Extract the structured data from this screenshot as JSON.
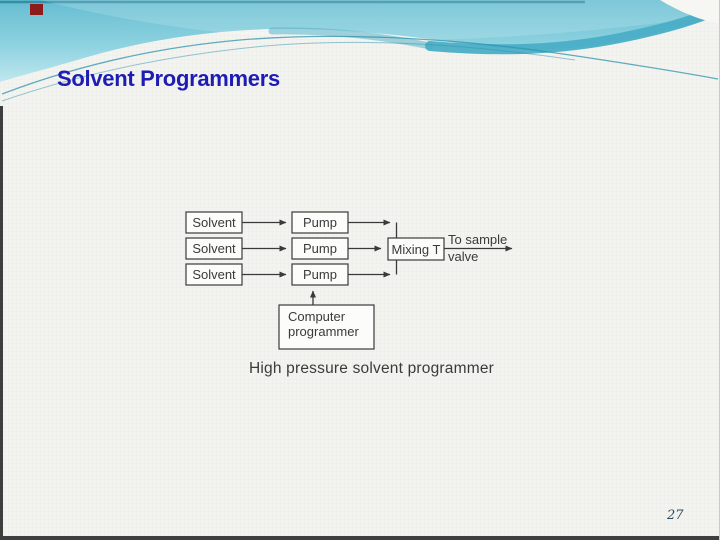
{
  "slide": {
    "title": "Solvent Programmers",
    "page_number": "27"
  },
  "header": {
    "decoration": "teal-wave-banner",
    "colors": {
      "teal_top": "#65bdd1",
      "teal_mid": "#8ed2e0",
      "teal_light": "#bfe7ee",
      "accent_band": "#4aaec6",
      "hairline_curve": "#2e93ad",
      "edge_line": "#2d86a0",
      "red_mark": "#8e1b1b"
    }
  },
  "page": {
    "background": "#f3f3f0",
    "title_color": "#1d1db5",
    "page_number_color": "#2c4a5e",
    "frame_color": "#3e3e3e"
  },
  "diagram": {
    "caption": "High pressure solvent programmer",
    "solvent_boxes": [
      "Solvent",
      "Solvent",
      "Solvent"
    ],
    "pump_boxes": [
      "Pump",
      "Pump",
      "Pump"
    ],
    "mixer_label": "Mixing T",
    "computer_box": {
      "line1": "Computer",
      "line2": "programmer"
    },
    "output_label": {
      "line1": "To sample",
      "line2": "valve"
    },
    "ink_color": "#3a3a3a"
  }
}
